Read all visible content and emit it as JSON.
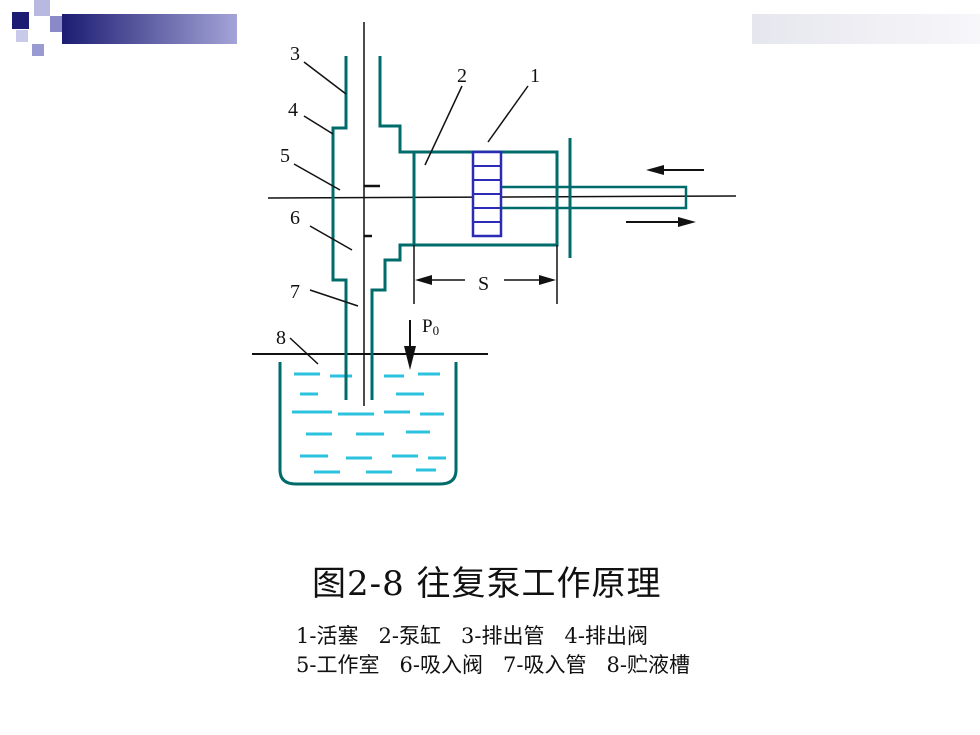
{
  "caption": "图2-8 往复泵工作原理",
  "part_numbers": [
    "1",
    "2",
    "3",
    "4",
    "5",
    "6",
    "7",
    "8"
  ],
  "stroke_label": "S",
  "pressure_label": {
    "base": "P",
    "subscript": "0"
  },
  "legend_items": [
    "1-活塞",
    "2-泵缸",
    "3-排出管",
    "4-排出阀",
    "5-工作室",
    "6-吸入阀",
    "7-吸入管",
    "8-贮液槽"
  ],
  "colors": {
    "pipe": "#006b6b",
    "piston": "#2b2bb5",
    "liquid": "#2ac2dc",
    "line": "#111111",
    "deco_dark": "#1c1c72"
  },
  "icons": [
    "motion-left-arrow-icon",
    "motion-right-arrow-icon",
    "pressure-down-arrow-icon"
  ]
}
